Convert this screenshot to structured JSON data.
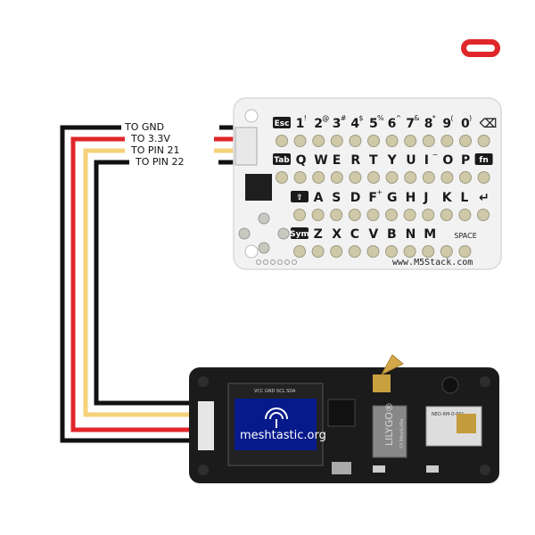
{
  "wires": [
    {
      "label": "TO GND",
      "color": "#111111"
    },
    {
      "label": "TO 3.3V",
      "color": "#e0262a"
    },
    {
      "label": "TO PIN 21",
      "color": "#f5d27a"
    },
    {
      "label": "TO PIN 22",
      "color": "#111111"
    }
  ],
  "keyboard": {
    "url": "www.M5Stack.com",
    "row1": [
      "Esc",
      "1",
      "2",
      "3",
      "4",
      "5",
      "6",
      "7",
      "8",
      "9",
      "0",
      "⌫"
    ],
    "row1_alt": [
      "",
      "!",
      "@",
      "#",
      "$",
      "%",
      "^",
      "&",
      "*",
      "(",
      ")",
      ""
    ],
    "row2": [
      "Tab",
      "Q",
      "W",
      "E",
      "R",
      "T",
      "Y",
      "U",
      "I",
      "O",
      "P",
      "fn"
    ],
    "row2_alt": [
      "",
      "",
      "",
      "",
      "",
      "",
      "",
      "",
      "~",
      "",
      "",
      ""
    ],
    "row3": [
      "⇧",
      "A",
      "S",
      "D",
      "F",
      "G",
      "H",
      "J",
      "K",
      "L",
      "↵"
    ],
    "row3_alt": [
      "",
      "",
      "",
      "",
      "+",
      "",
      "",
      "",
      "",
      "",
      ""
    ],
    "row4": [
      "Sym",
      "Z",
      "X",
      "C",
      "V",
      "B",
      "N",
      "M",
      "",
      "SPACE"
    ]
  },
  "device": {
    "oled_text": "meshtastic.org",
    "oled_header": "VCC GND SCL SDA",
    "brand": "LILYGO®",
    "brand_sub": "S3 MeshLoRa",
    "gps_text": "NEO-6M-0-001"
  },
  "logo": {
    "color": "#e0262a"
  }
}
